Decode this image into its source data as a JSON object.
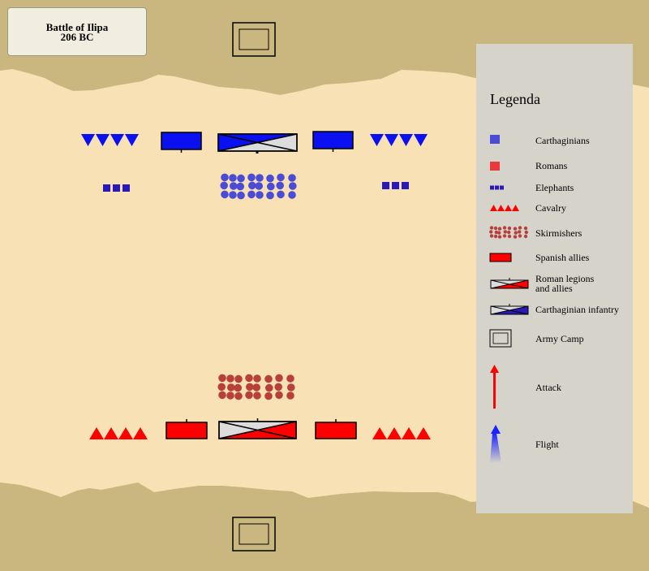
{
  "title": {
    "line1": "Battle of Ilipa",
    "line2": "206 BC"
  },
  "colors": {
    "land": "#f7e1b5",
    "hills": "#cab77f",
    "legend_panel": "#d6d3cb",
    "carthaginian": "#0a10f0",
    "carthaginian_unit": "#4b4bd6",
    "elephant": "#2b18b8",
    "roman": "#ff0000",
    "roman_unit": "#c0433b",
    "skirmisher": "#b8403a"
  },
  "legend": {
    "title": "Legenda",
    "items": [
      {
        "key": "carthaginians",
        "label": "Carthaginians",
        "icon": "carthaginian-square-icon"
      },
      {
        "key": "romans",
        "label": "Romans",
        "icon": "roman-square-icon"
      },
      {
        "key": "elephants",
        "label": "Elephants",
        "icon": "elephants-icon"
      },
      {
        "key": "cavalry",
        "label": "Cavalry",
        "icon": "cavalry-triangles-icon"
      },
      {
        "key": "skirmishers",
        "label": "Skirmishers",
        "icon": "skirmishers-dots-icon"
      },
      {
        "key": "spanish_allies",
        "label": "Spanish allies",
        "icon": "spanish-allies-rect-icon"
      },
      {
        "key": "roman_legions",
        "label": "Roman legions\nand allies",
        "icon": "roman-legions-icon"
      },
      {
        "key": "carthaginian_infantry",
        "label": "Carthaginian infantry",
        "icon": "carthaginian-infantry-icon"
      },
      {
        "key": "army_camp",
        "label": "Army Camp",
        "icon": "army-camp-icon"
      },
      {
        "key": "attack",
        "label": "Attack",
        "icon": "attack-arrow-icon"
      },
      {
        "key": "flight",
        "label": "Flight",
        "icon": "flight-arrow-icon"
      }
    ]
  }
}
